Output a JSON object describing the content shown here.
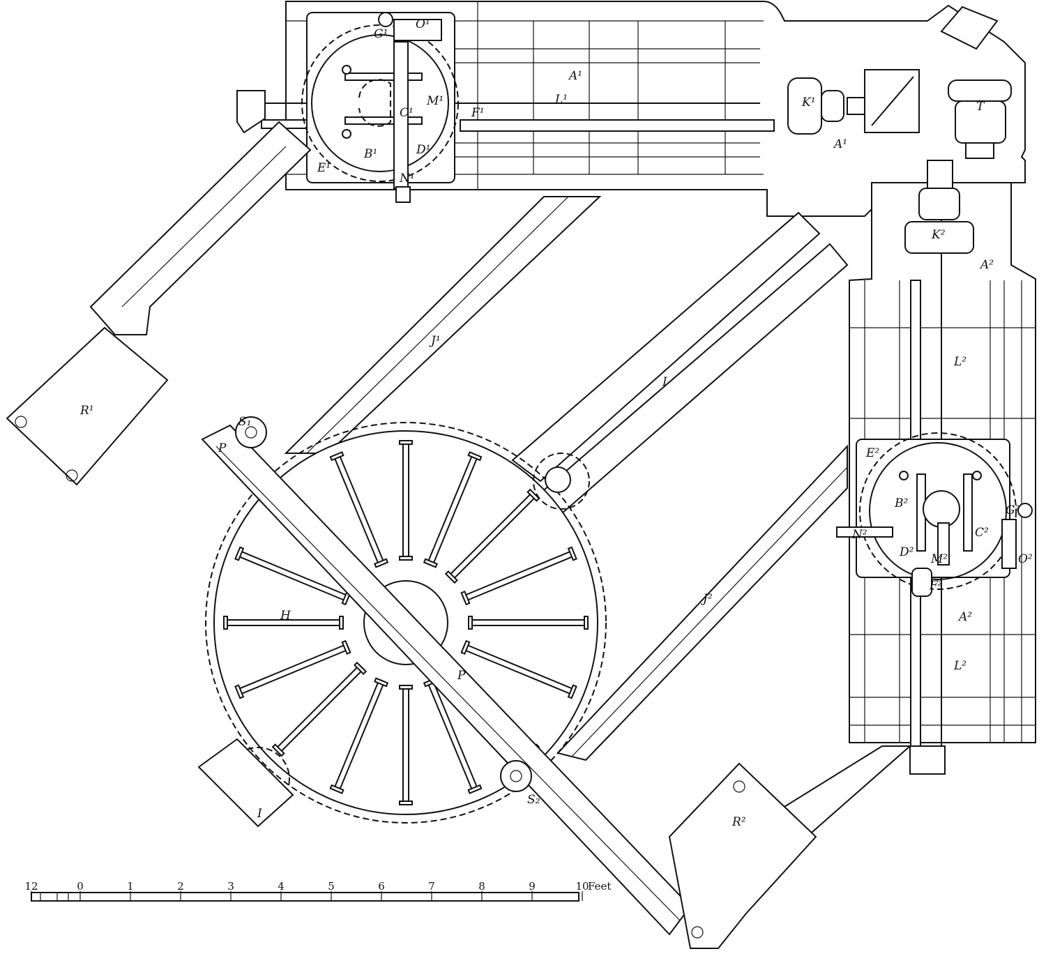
{
  "labels": {
    "A1_top": "A¹",
    "L1": "L¹",
    "K1": "K¹",
    "T": "T",
    "A1_right": "A¹",
    "F1": "F¹",
    "M1": "M¹",
    "C1": "C¹",
    "G1": "G¹",
    "O1": "O¹",
    "B1": "B¹",
    "D1": "D¹",
    "E1": "E¹",
    "N1": "N¹",
    "K2": "K²",
    "A2_top": "A²",
    "L2_top": "L²",
    "L2_bottom": "L²",
    "A2_bottom": "A²",
    "E2": "E²",
    "B2": "B²",
    "G2": "G²",
    "N2": "N²",
    "C2": "C²",
    "D2": "D²",
    "M2": "M²",
    "O2": "O²",
    "F2": "F²",
    "J1": "J¹",
    "J2": "J²",
    "I_bar": "I",
    "H": "H",
    "P_upper": "P",
    "P_lower": "P",
    "R1": "R¹",
    "R2": "R²",
    "S1": "S₁",
    "S2": "S₂",
    "I_bottom": "I"
  },
  "scale": {
    "ticks": [
      "12",
      "0",
      "1",
      "2",
      "3",
      "4",
      "5",
      "6",
      "7",
      "8",
      "9",
      "10"
    ],
    "unit": "Feet"
  },
  "table": {
    "slot_count": 16
  }
}
